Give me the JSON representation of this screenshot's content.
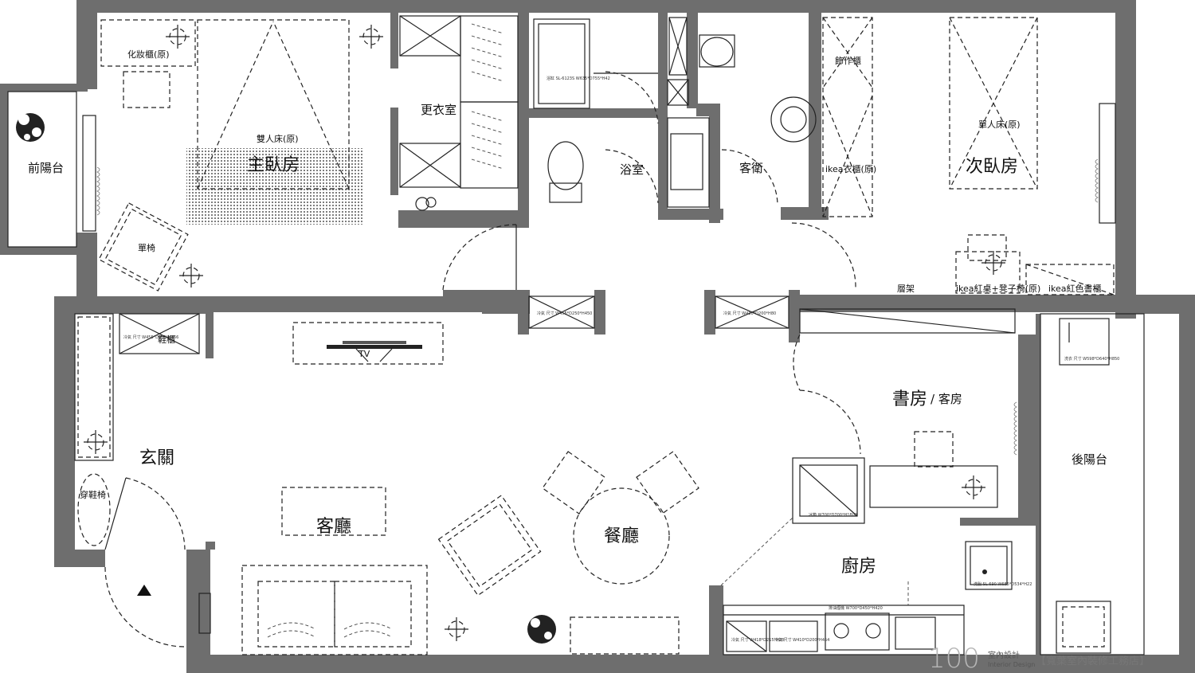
{
  "rooms": {
    "front_balcony": "前陽台",
    "master_bedroom": "主臥房",
    "walk_in_closet": "更衣室",
    "bathroom": "浴室",
    "guest_bath": "客衛",
    "second_bedroom": "次臥房",
    "entrance": "玄關",
    "living_room": "客廳",
    "dining_room": "餐廳",
    "study": "書房",
    "study_suffix": "/ 客房",
    "kitchen": "廚房",
    "rear_balcony": "後陽台"
  },
  "labels": {
    "vanity": "化妝櫃(原)",
    "double_bed": "雙人床(原)",
    "armchair": "單椅",
    "desk_item": "飾作櫃",
    "ikea_wardrobe": "ikea衣櫃(原)",
    "single_bed": "單人床(原)",
    "shelf": "層架",
    "ikea_desk": "ikea紅桌+凳子椅(原)",
    "ikea_bookcase": "ikea紅色書櫃",
    "shoe_cabinet": "鞋櫃",
    "shoe_bench": "穿鞋椅",
    "tv": "TV"
  },
  "spec_notes": [
    "浴缸 SL-6123S W635*D755*H42",
    "冷氣 尺寸 W455*D250*H450",
    "冷氣 尺寸 W410*D200*H80",
    "冷氣 尺寸 W455*D250*H456",
    "冷氣 尺寸 W418*D215*H28",
    "冷氣 尺寸 W410*D200*H454",
    "冰箱 W700*D700*H1800",
    "洗衣 尺寸 W598*D640*H850",
    "洗脫 SL-690 W685*D534*H22",
    "排油煙機 W700*D450*H420"
  ],
  "brand": {
    "logo_number": "100",
    "logo_cn": "室內設計",
    "logo_en": "Interior Design",
    "credit": "【寬葉室內裝修工務店】"
  }
}
